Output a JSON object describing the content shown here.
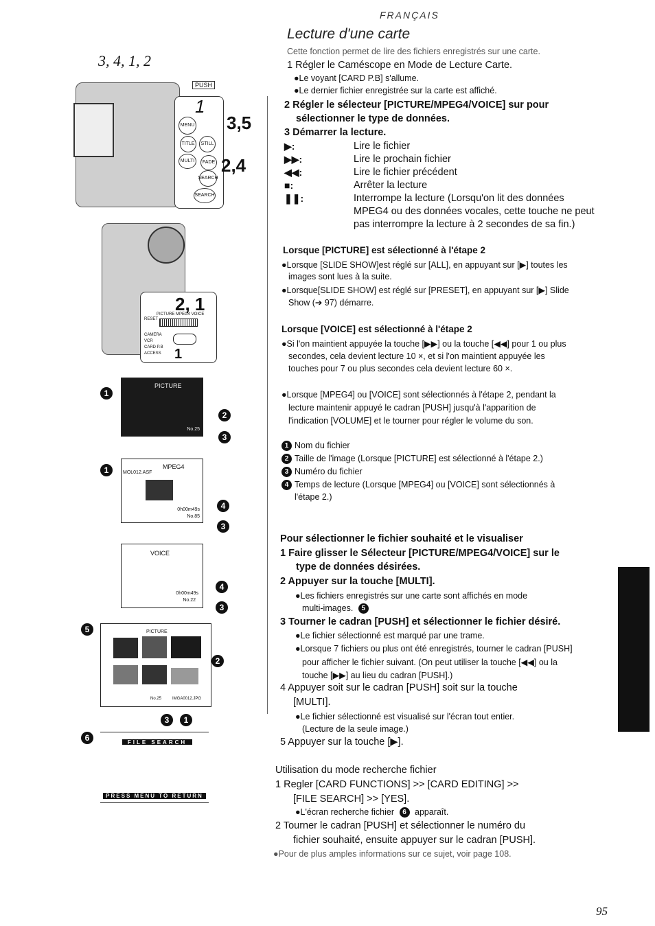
{
  "header": {
    "lang": "FRANÇAIS",
    "title": "Lecture d'une carte",
    "page_number": "95"
  },
  "figures": {
    "fig1_steps": "3, 4, 1, 2",
    "fig1_push": "PUSH",
    "fig1_callout_1": "1",
    "fig1_callout_35": "3,5",
    "fig1_callout_24": "2,4",
    "fig1_btn_menu": "MENU",
    "fig1_btn_title": "TITLE",
    "fig1_btn_still": "STILL",
    "fig1_btn_multi": "MULTI",
    "fig1_btn_fade": "FADE",
    "fig1_btn_search": "SEARCH",
    "fig2_callout_21": "2, 1",
    "fig2_callout_1": "1",
    "fig2_selector": "PICTURE MPEG4 VOICE",
    "fig2_reset": "RESET",
    "fig2_modes": [
      "CAMERA",
      "VCR",
      "CARD P.B"
    ],
    "fig2_access": "ACCESS",
    "scr1_label": "PICTURE",
    "scr1_no": "No.25",
    "scr2_label": "MPEG4",
    "scr2_file": "MOL012.ASF",
    "scr2_time": "0h00m49s",
    "scr2_no": "No.85",
    "scr3_label": "VOICE",
    "scr3_time": "0h00m49s",
    "scr3_no": "No.22",
    "scr5_label": "PICTURE",
    "scr5_no": "No.25",
    "scr5_file": "IMGA0012.JPG",
    "scr6_title": "FILE SEARCH",
    "scr6_footer": "PRESS MENU TO RETURN",
    "badges": [
      "1",
      "2",
      "3",
      "4",
      "5",
      "6"
    ]
  },
  "content": {
    "intro": "Cette fonction permet de lire des fichiers enregistrés sur une carte.",
    "step1": "1  Régler le Caméscope en Mode de Lecture Carte.",
    "step1_b1": "●Le voyant [CARD P.B] s'allume.",
    "step1_b2": "●Le dernier fichier enregistrée sur la carte est affiché.",
    "step2_l1": "2  Régler le sélecteur [PICTURE/MPEG4/VOICE] sur pour",
    "step2_l2": "sélectionner le type de données.",
    "step3": "3  Démarrer la lecture.",
    "controls": [
      {
        "sym": "▶:",
        "desc": "Lire le fichier"
      },
      {
        "sym": "▶▶:",
        "desc": "Lire le prochain fichier"
      },
      {
        "sym": "◀◀:",
        "desc": "Lire le fichier précédent"
      },
      {
        "sym": "■:",
        "desc": "Arrêter la lecture"
      },
      {
        "sym": "❚❚:",
        "desc": "Interrompe la lecture (Lorsqu'on lit des données"
      }
    ],
    "pause_l2": "MPEG4 ou des données vocales, cette touche ne peut",
    "pause_l3": "pas interrompre la lecture à 2 secondes de sa fin.)",
    "pic_head": "Lorsque [PICTURE] est sélectionné à l'étape 2",
    "pic_b1_l1": "●Lorsque [SLIDE SHOW]est réglé sur [ALL], en appuyant sur [▶] toutes les",
    "pic_b1_l2": "images sont lues à la suite.",
    "pic_b2_l1": "●Lorsque[SLIDE SHOW] est réglé sur [PRESET], en appuyant sur [▶] Slide",
    "pic_b2_l2": "Show (➔ 97) démarre.",
    "voice_head": "Lorsque [VOICE] est sélectionné à l'étape 2",
    "voice_b1_l1": "●Si l'on maintient appuyée la touche [▶▶] ou la touche [◀◀] pour 1 ou plus",
    "voice_b1_l2": "secondes, cela devient lecture 10 ×, et si l'on maintient appuyée les",
    "voice_b1_l3": "touches pour 7 ou plus secondes cela devient lecture 60 ×.",
    "vol_l1": "●Lorsque [MPEG4] ou [VOICE] sont sélectionnés à l'étape 2, pendant la",
    "vol_l2": "lecture maintenir appuyé le cadran [PUSH] jusqu'à l'apparition de",
    "vol_l3": "l'indication [VOLUME] et le tourner pour régler le volume du son.",
    "legend1": "Nom du fichier",
    "legend2": "Taille de l'image (Lorsque [PICTURE] est sélectionné à l'étape 2.)",
    "legend3": "Numéro du fichier",
    "legend4_l1": "Temps de lecture (Lorsque [MPEG4] ou [VOICE] sont sélectionnés à",
    "legend4_l2": "l'étape 2.)",
    "sel_head": "Pour sélectionner le fichier souhaité et le visualiser",
    "sel1_l1": "1  Faire glisser le Sélecteur [PICTURE/MPEG4/VOICE] sur le",
    "sel1_l2": "type de données désirées.",
    "sel2": "2  Appuyer sur la touche [MULTI].",
    "sel2_b1_l1": "●Les fichiers enregistrés sur une carte sont affichés en mode",
    "sel2_b1_l2": "multi-images.",
    "sel3": "3  Tourner le cadran [PUSH] et sélectionner le fichier désiré.",
    "sel3_b1": "●Le fichier sélectionné est marqué par une trame.",
    "sel3_b2_l1": "●Lorsque 7 fichiers ou plus ont été enregistrés, tourner le cadran [PUSH]",
    "sel3_b2_l2": "pour afficher le fichier suivant. (On peut utiliser la touche [◀◀] ou la",
    "sel3_b2_l3": "touche [▶▶] au lieu du cadran [PUSH].)",
    "sel4_l1": "4  Appuyer soit sur le cadran [PUSH] soit sur la touche",
    "sel4_l2": "[MULTI].",
    "sel4_b1_l1": "●Le fichier sélectionné est visualisé sur l'écran tout entier.",
    "sel4_b1_l2": "(Lecture de la seule image.)",
    "sel5": "5  Appuyer sur la touche [▶].",
    "util_head": "Utilisation du mode recherche fichier",
    "util1_l1": "1  Regler [CARD FUNCTIONS] >> [CARD EDITING] >>",
    "util1_l2": "[FILE SEARCH] >> [YES].",
    "util1_b1": "●L'écran recherche fichier",
    "util1_b1_end": "apparaît.",
    "util2_l1": "2  Tourner le cadran [PUSH] et sélectionner le numéro du",
    "util2_l2": "fichier souhaité, ensuite appuyer sur le cadran [PUSH].",
    "note": "●Pour de plus amples informations sur ce sujet, voir page 108."
  }
}
